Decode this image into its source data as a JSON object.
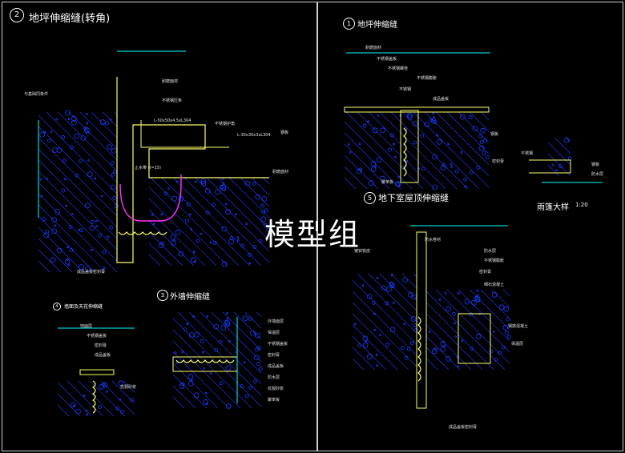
{
  "watermark": "模型组",
  "colors": {
    "background": "#000000",
    "outline": "#ffff66",
    "hatch": "#1a3cff",
    "joint": "#ffffff",
    "filler": "#ff33ff",
    "accent": "#00ffff"
  },
  "details": {
    "d2": {
      "number": "2",
      "title": "地坪伸缩缝(转角)",
      "labels": [
        "耐磨面材",
        "不锈钢压条",
        "不锈钢护角",
        "L-50x50x4.5xL304",
        "L-30x30x3xL304",
        "止水带 (t=15)",
        "耐磨面材",
        "成品盖板密封膏",
        "与基础同条件",
        "钢板"
      ]
    },
    "d1": {
      "number": "1",
      "title": "地坪伸缩缝",
      "labels": [
        "耐磨面材",
        "不锈钢盖板",
        "不锈钢螺栓",
        "不锈钢膨胀",
        "钢板",
        "密封膏",
        "成品盖板",
        "不锈钢",
        "聚苯板"
      ]
    },
    "d5": {
      "number": "5",
      "title": "地下室屋顶伸缩缝",
      "labels": [
        "镀锌铁皮",
        "防水卷材",
        "不锈钢膨胀",
        "密封膏",
        "细石混凝土",
        "钢筋混凝土",
        "成品盖板密封膏",
        "防水层",
        "保温层"
      ]
    },
    "d4": {
      "number": "4",
      "title": "墙面及天花伸缩缝",
      "labels": [
        "饰面层",
        "不锈钢盖板",
        "密封膏",
        "成品盖板",
        "抗裂砂浆"
      ]
    },
    "d3": {
      "number": "3",
      "title": "外墙伸缩缝",
      "labels": [
        "外墙面层",
        "保温层",
        "不锈钢盖板",
        "密封膏",
        "成品盖板",
        "防水层",
        "抗裂砂浆",
        "聚苯板"
      ]
    },
    "dr": {
      "title": "雨篷大样",
      "scale": "1:20",
      "labels": [
        "不锈钢",
        "钢板",
        "防水层"
      ]
    }
  }
}
